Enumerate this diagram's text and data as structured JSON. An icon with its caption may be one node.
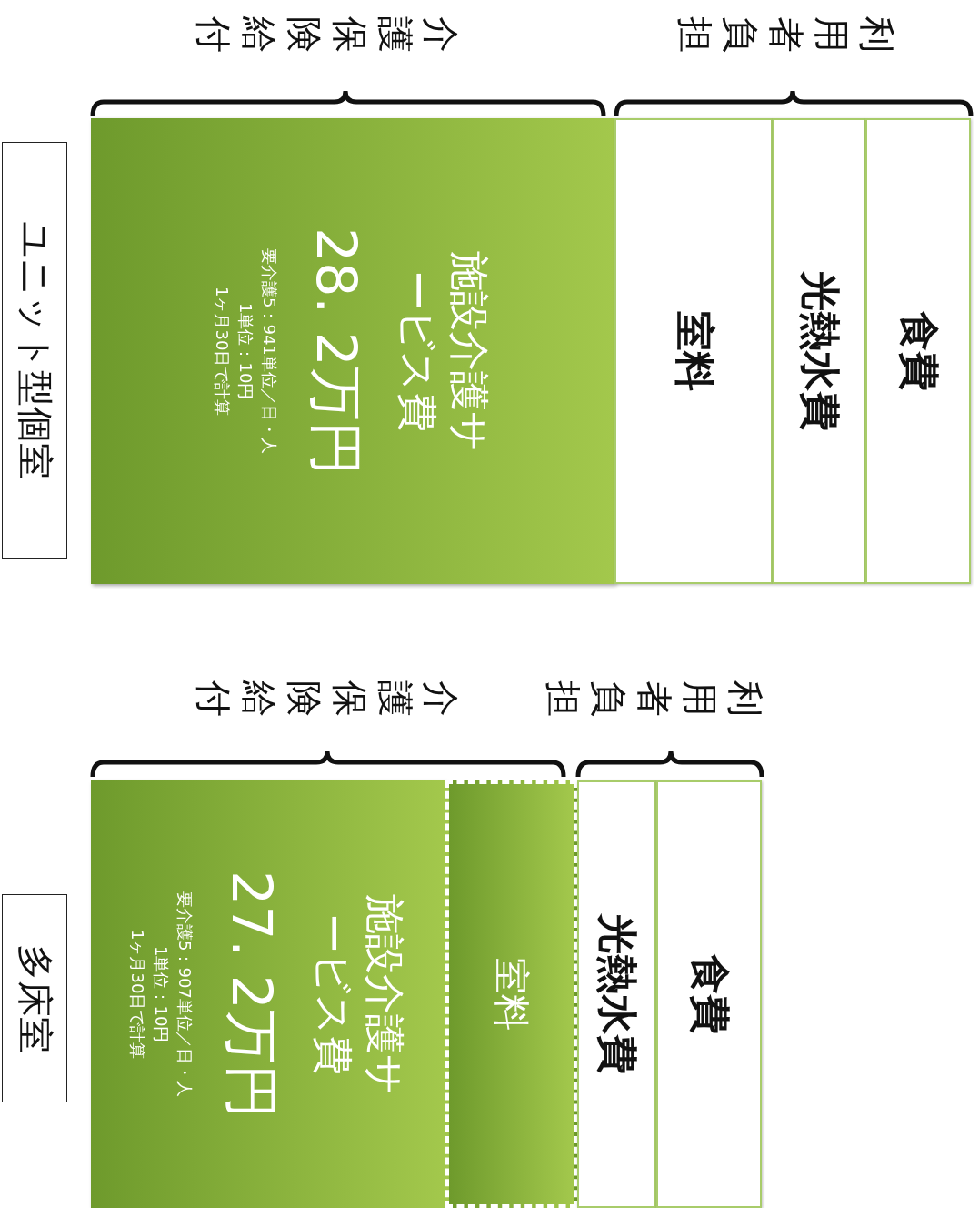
{
  "diagram": {
    "nodes": [
      {
        "text": [
          "ユニット型個室"
        ]
      },
      {
        "text": [
          "施設介護サービス費",
          "28. 2万円",
          "要介護5：941単位／日・人 1単位：10円 1ヶ月30日で計算"
        ]
      },
      {
        "text": [
          "室料"
        ]
      },
      {
        "text": [
          "光熱水費"
        ]
      },
      {
        "text": [
          "食費"
        ]
      },
      {
        "text": [
          "多床室"
        ]
      },
      {
        "text": [
          "施設介護サービス費",
          "27. 2万円",
          "要介護5：907単位／日・人 1単位：10円 1ヶ月30日で計算"
        ]
      },
      {
        "text": [
          "室料"
        ]
      },
      {
        "text": [
          "光熱水費"
        ]
      },
      {
        "text": [
          "食費"
        ]
      }
    ],
    "labels": [
      "介護保険給付",
      "利用者負担",
      "介護保険給付",
      "利用者負担"
    ]
  }
}
